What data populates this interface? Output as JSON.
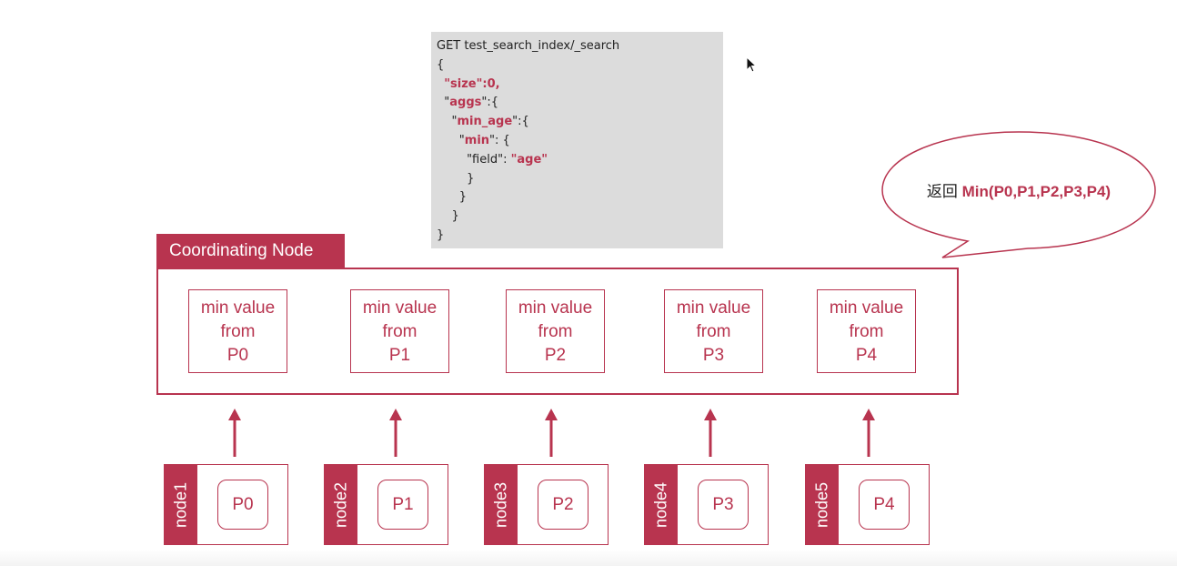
{
  "query": {
    "line1": "GET test_search_index/_search",
    "line2": "{",
    "size_key": "\"size\"",
    "size_val": ":0,",
    "aggs_quote_open": "\"",
    "aggs_key": "aggs",
    "aggs_rest": "\":{",
    "min_age_quote_open": "\"",
    "min_age_key": "min_age",
    "min_age_rest": "\":{",
    "min_quote_open": "\"",
    "min_key": "min",
    "min_rest": "\": {",
    "field_text": "\"field\": ",
    "field_val": "\"age\"",
    "close1": "}",
    "close2": "}",
    "close3": "}",
    "close4": "}"
  },
  "bubble": {
    "prefix": "返回 ",
    "expr": "Min(P0,P1,P2,P3,P4)"
  },
  "coordinating_node": {
    "title": "Coordinating Node",
    "boxes": [
      {
        "l1": "min value",
        "l2": "from",
        "l3": "P0"
      },
      {
        "l1": "min value",
        "l2": "from",
        "l3": "P1"
      },
      {
        "l1": "min value",
        "l2": "from",
        "l3": "P2"
      },
      {
        "l1": "min value",
        "l2": "from",
        "l3": "P3"
      },
      {
        "l1": "min value",
        "l2": "from",
        "l3": "P4"
      }
    ]
  },
  "nodes": [
    {
      "name": "node1",
      "shard": "P0"
    },
    {
      "name": "node2",
      "shard": "P1"
    },
    {
      "name": "node3",
      "shard": "P2"
    },
    {
      "name": "node4",
      "shard": "P3"
    },
    {
      "name": "node5",
      "shard": "P4"
    }
  ],
  "colors": {
    "accent": "#b8344f",
    "code_bg": "#dcdcdc"
  }
}
